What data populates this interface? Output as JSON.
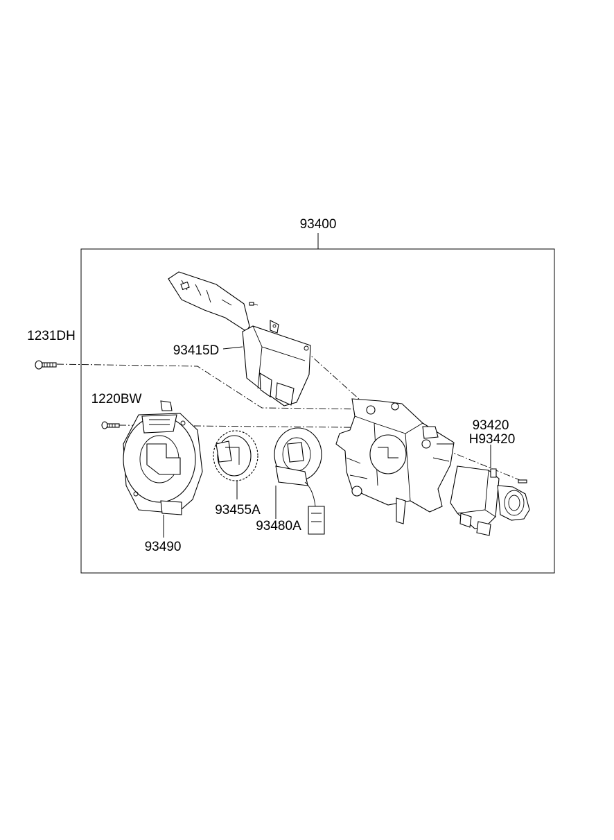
{
  "diagram": {
    "labels": {
      "assembly": "93400",
      "screw_upper": "1231DH",
      "screw_lower": "1220BW",
      "wiper_switch": "93415D",
      "light_switch": "93420",
      "light_switch_alt": "H93420",
      "sensor_ring": "93455A",
      "angle_sensor": "93480A",
      "clock_spring": "93490"
    }
  }
}
